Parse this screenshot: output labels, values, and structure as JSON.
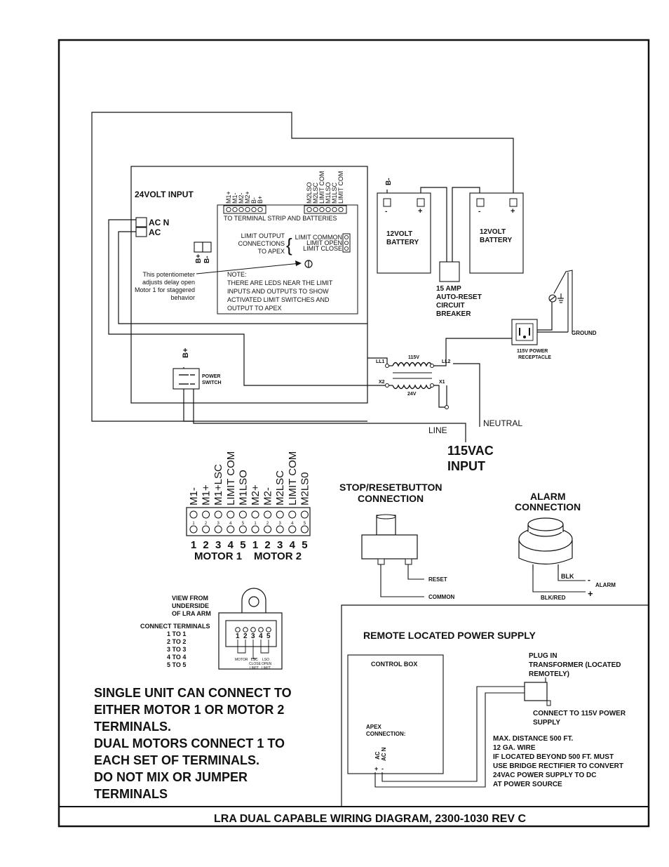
{
  "controller": {
    "input_label": "24VOLT INPUT",
    "ac_n": "AC N",
    "ac": "AC",
    "bplus": "B+",
    "bminus": "B-",
    "strip_left": [
      "M1+",
      "M1-",
      "M2-",
      "M2+",
      "B-",
      "B+"
    ],
    "strip_right": [
      "M2LSO",
      "M2LSC",
      "LIMIT COM",
      "M1LSO",
      "M1LSC",
      "LIMIT COM"
    ],
    "strip_caption": "TO TERMINAL STRIP AND BATTERIES",
    "limit_output": [
      "LIMIT OUTPUT",
      "CONNECTIONS",
      "TO APEX"
    ],
    "limit_terms": [
      "LIMIT COMMON",
      "LIMIT OPEN",
      "LIMIT CLOSE"
    ],
    "pot_note": [
      "This potentiometer",
      "adjusts delay open",
      "Motor 1 for staggered",
      "behavior"
    ],
    "note": [
      "NOTE:",
      "THERE ARE LEDS NEAR THE LIMIT",
      "INPUTS AND OUTPUTS TO SHOW",
      "ACTIVATED LIMIT SWITCHES AND",
      "OUTPUT TO APEX"
    ],
    "switch_bplus": "B+",
    "power_switch": [
      "POWER",
      "SWITCH"
    ]
  },
  "batteries": {
    "bminus_label": "B-",
    "minus": "-",
    "plus": "+",
    "battery1": [
      "12VOLT",
      "BATTERY"
    ],
    "battery2": [
      "12VOLT",
      "BATTERY"
    ],
    "breaker": [
      "15 AMP",
      "AUTO-RESET",
      "CIRCUIT",
      "BREAKER"
    ]
  },
  "power": {
    "receptacle": [
      "115V POWER",
      "RECEPTACLE"
    ],
    "ground": "GROUND",
    "ll1": "LL1",
    "ll2": "LL2",
    "v115": "115V",
    "x1": "X1",
    "x2": "X2",
    "v24": "24V",
    "line": "LINE",
    "neutral": "NEUTRAL",
    "input": [
      "115VAC",
      "INPUT"
    ]
  },
  "terminal_strip": {
    "labels": [
      "M1-",
      "M1+",
      "M1+LSC",
      "LIMIT COM",
      "M1LSO",
      "M2+",
      "M2-",
      "M2LSC",
      "LIMIT COM",
      "M2LS0"
    ],
    "small_numbers": [
      "1",
      "2",
      "3",
      "4",
      "5",
      "1",
      "2",
      "3",
      "4",
      "5"
    ],
    "numbers": [
      "1",
      "2",
      "3",
      "4",
      "5",
      "1",
      "2",
      "3",
      "4",
      "5"
    ],
    "motor1": "MOTOR 1",
    "motor2": "MOTOR 2"
  },
  "stop_reset": {
    "title": [
      "STOP/RESETBUTTON",
      "CONNECTION"
    ],
    "reset": "RESET",
    "common": "COMMON"
  },
  "alarm": {
    "title": [
      "ALARM",
      "CONNECTION"
    ],
    "blk": "BLK",
    "blkred": "BLK/RED",
    "minus": "-",
    "plus": "+",
    "alarm_label": "ALARM"
  },
  "lra": {
    "view": [
      "VIEW FROM",
      "UNDERSIDE",
      "OF LRA ARM"
    ],
    "connect": [
      "CONNECT TERMINALS",
      "1 TO 1",
      "2 TO 2",
      "3 TO 3",
      "4 TO 4",
      "5 TO 5"
    ],
    "pin_numbers": [
      "1",
      "2",
      "3",
      "4",
      "5"
    ],
    "motor": "MOTOR",
    "lsc": [
      "LSC",
      "CLOSE",
      "LIMIT"
    ],
    "lso": [
      "LSO",
      "OPEN",
      "LIMIT"
    ]
  },
  "single_unit_note": [
    "SINGLE UNIT CAN CONNECT TO",
    "EITHER MOTOR 1 OR MOTOR 2",
    "TERMINALS.",
    "DUAL MOTORS CONNECT 1 TO",
    "EACH SET OF TERMINALS.",
    "DO NOT MIX OR JUMPER",
    "TERMINALS"
  ],
  "remote": {
    "title": "REMOTE LOCATED POWER SUPPLY",
    "control_box": "CONTROL BOX",
    "apex": [
      "APEX",
      "CONNECTION:"
    ],
    "ac": "AC",
    "ac_n": "AC N",
    "plus": "+",
    "minus": "-",
    "plug_in": [
      "PLUG IN",
      "TRANSFORMER (LOCATED",
      "REMOTELY)"
    ],
    "connect_115": [
      "CONNECT TO 115V POWER",
      "SUPPLY"
    ],
    "max_distance": [
      "MAX. DISTANCE 500 FT.",
      "12 GA. WIRE",
      "IF LOCATED BEYOND 500 FT. MUST",
      "USE BRIDGE RECTIFIER TO CONVERT",
      "24VAC POWER SUPPLY TO DC",
      "AT POWER SOURCE"
    ]
  },
  "footer": "LRA DUAL CAPABLE WIRING DIAGRAM, 2300-1030 REV C"
}
